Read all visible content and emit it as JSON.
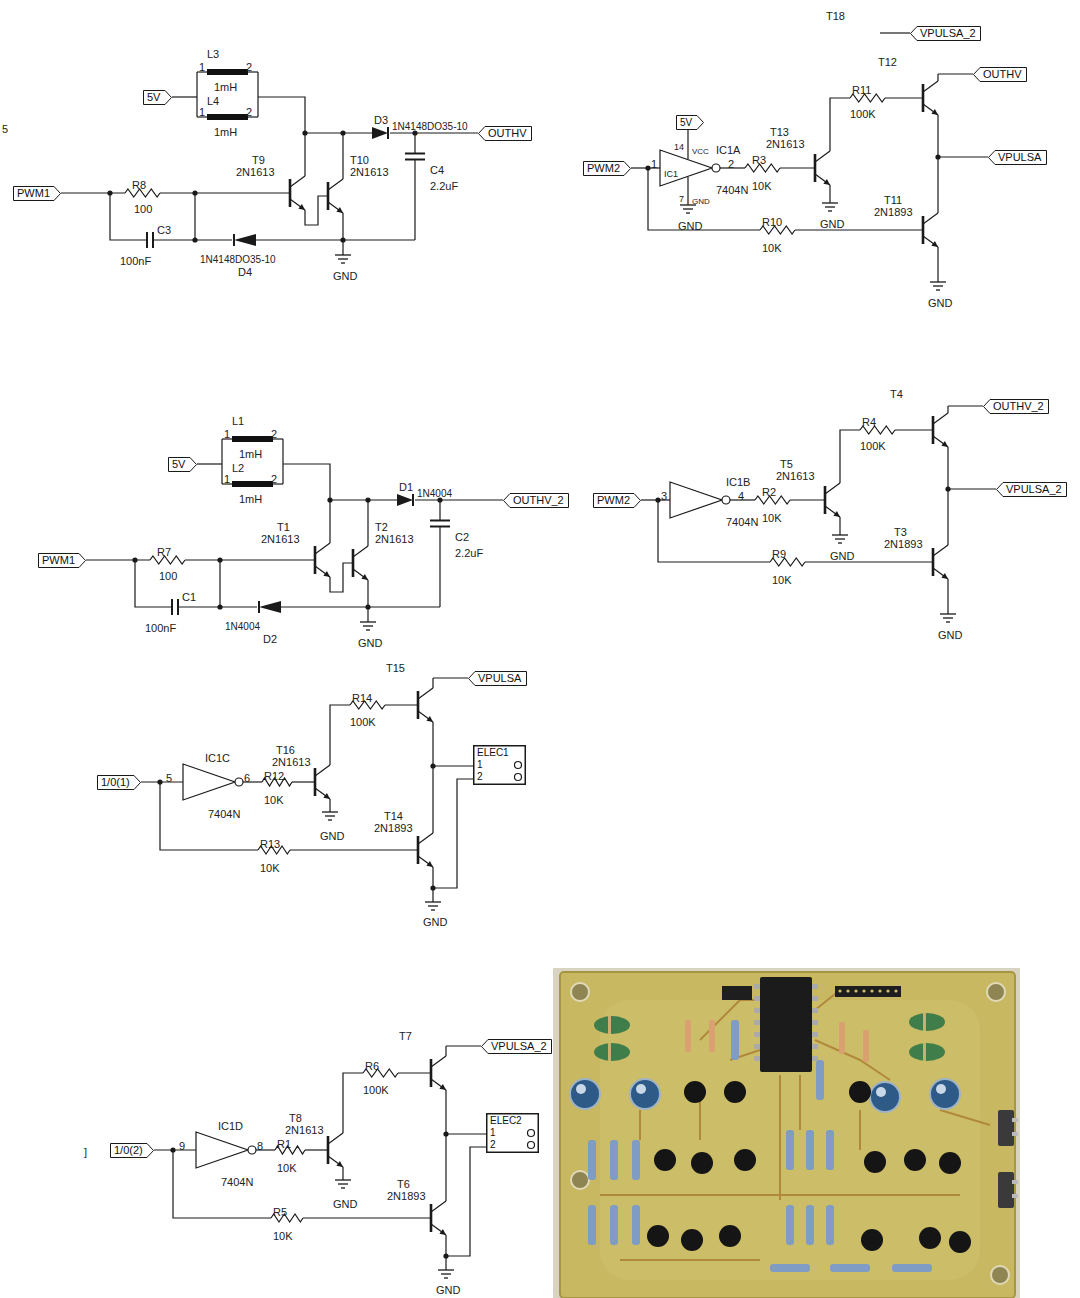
{
  "diagram": {
    "nodes": [
      {
        "text": [
          "5V"
        ]
      },
      {
        "text": [
          "OUTHV"
        ]
      },
      {
        "text": [
          "PWM1"
        ]
      },
      {
        "text": [
          "VPULSA_2"
        ]
      },
      {
        "text": [
          "OUTHV"
        ]
      },
      {
        "text": [
          "5V"
        ]
      },
      {
        "text": [
          "VPULSA"
        ]
      },
      {
        "text": [
          "PWM2"
        ]
      },
      {
        "text": [
          "5V"
        ]
      },
      {
        "text": [
          "OUTHV_2"
        ]
      },
      {
        "text": [
          "PWM1"
        ]
      },
      {
        "text": [
          "OUTHV_2"
        ]
      },
      {
        "text": [
          "VPULSA_2"
        ]
      },
      {
        "text": [
          "PWM2"
        ]
      },
      {
        "text": [
          "VPULSA"
        ]
      },
      {
        "text": [
          "ELEC1",
          "1",
          "2"
        ]
      },
      {
        "text": [
          "1/0(1)"
        ]
      },
      {
        "text": [
          "VPULSA_2"
        ]
      },
      {
        "text": [
          "ELEC2",
          "1",
          "2"
        ]
      },
      {
        "text": [
          "1/0(2)"
        ]
      }
    ],
    "labels": [
      "5",
      "L3",
      "1",
      "2",
      "1mH",
      "L4",
      "1",
      "2",
      "1mH",
      "T9",
      "2N1613",
      "T10",
      "2N1613",
      "R8",
      "100",
      "D3",
      "1N4148DO35-10",
      "C4",
      "2.2uF",
      "1N4148DO35-10",
      "D4",
      "100nF",
      "C3",
      "GND",
      "T18",
      "T12",
      "R11",
      "100K",
      "T13",
      "2N1613",
      "14",
      "VCC",
      "IC1A",
      "1",
      "IC1",
      "2",
      "7",
      "GND",
      "7404N",
      "R3",
      "10K",
      "GND",
      "GND",
      "T11",
      "2N1893",
      "R10",
      "10K",
      "GND",
      "L1",
      "1",
      "2",
      "1mH",
      "L2",
      "1",
      "2",
      "1mH",
      "T1",
      "2N1613",
      "T2",
      "2N1613",
      "R7",
      "100",
      "D1",
      "1N4004",
      "C2",
      "2.2uF",
      "1N4004",
      "D2",
      "100nF",
      "C1",
      "GND",
      "T4",
      "R4",
      "100K",
      "T5",
      "2N1613",
      "3",
      "IC1B",
      "4",
      "7404N",
      "R2",
      "10K",
      "GND",
      "T3",
      "2N1893",
      "R9",
      "10K",
      "GND",
      "T15",
      "R14",
      "100K",
      "T16",
      "2N1613",
      "5",
      "IC1C",
      "6",
      "7404N",
      "R12",
      "10K",
      "GND",
      "T14",
      "2N1893",
      "R13",
      "10K",
      "GND",
      "]",
      "T7",
      "R6",
      "100K",
      "T8",
      "2N1613",
      "9",
      "IC1D",
      "8",
      "7404N",
      "R1",
      "10K",
      "GND",
      "T6",
      "2N1893",
      "R5",
      "10K",
      "GND"
    ]
  }
}
